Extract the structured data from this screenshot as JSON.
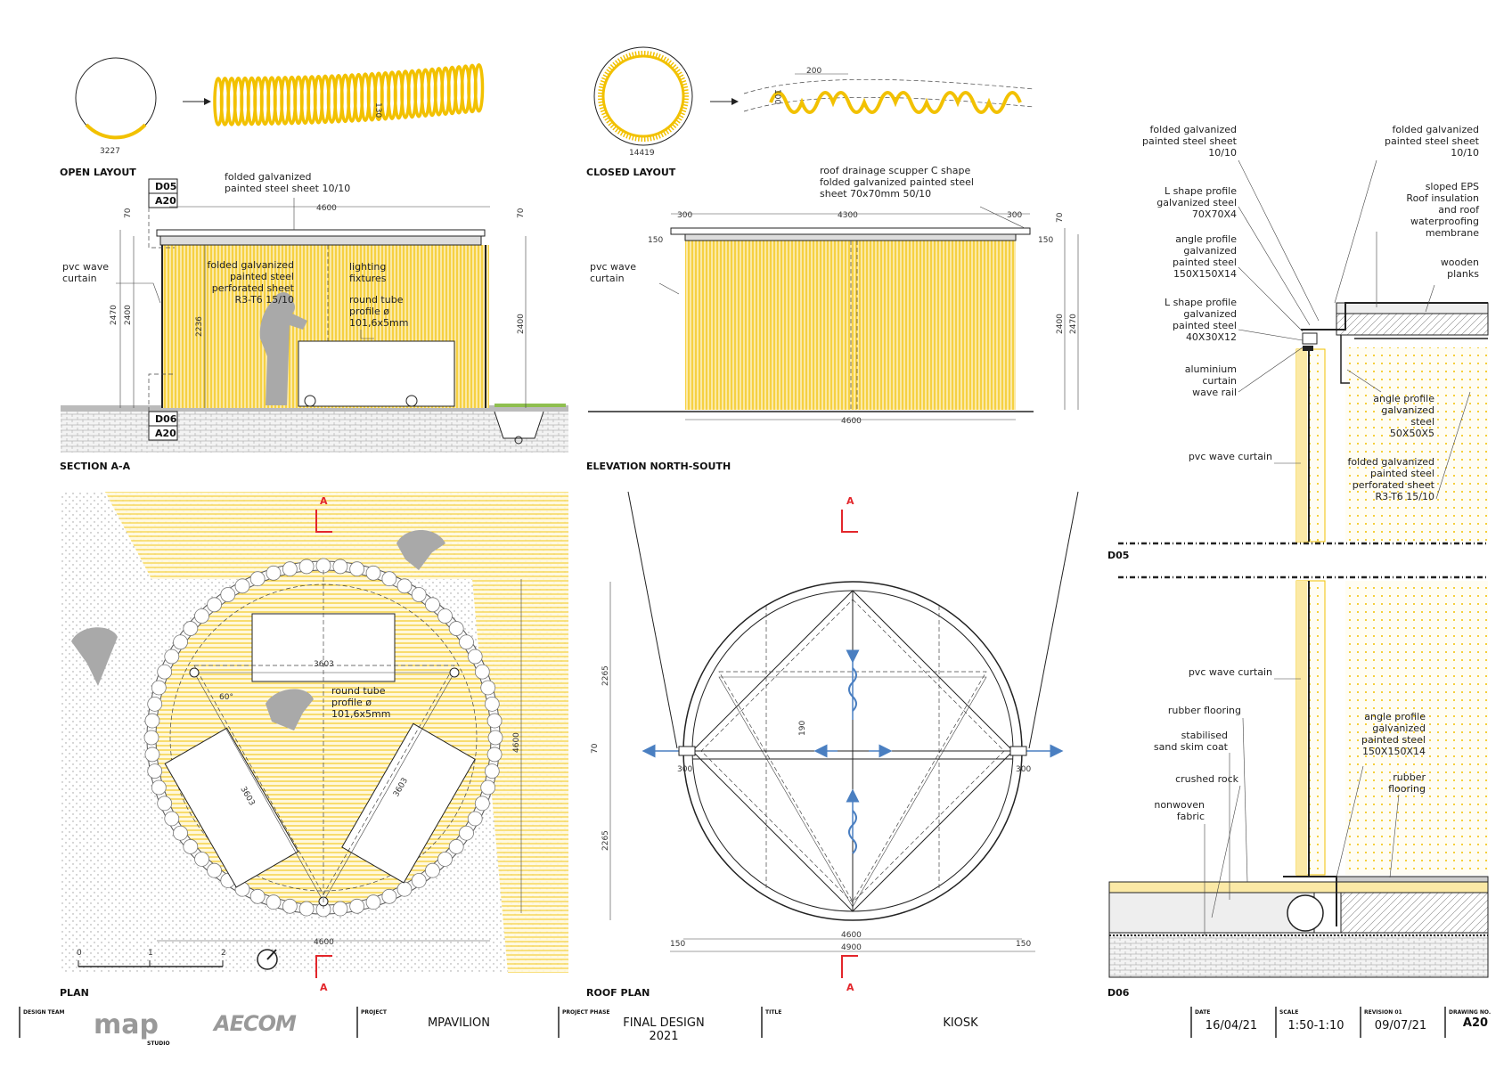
{
  "titles": {
    "open_layout": "OPEN LAYOUT",
    "closed_layout": "CLOSED LAYOUT",
    "section": "SECTION A-A",
    "elevation": "ELEVATION NORTH-SOUTH",
    "plan": "PLAN",
    "roof_plan": "ROOF PLAN",
    "d05": "D05",
    "d06": "D06"
  },
  "open_layout": {
    "perimeter": "3227",
    "dim": "130"
  },
  "closed_layout": {
    "perimeter": "14419",
    "dim_pitch": "200",
    "dim_height": "100"
  },
  "section": {
    "callout_top": "folded galvanized\npainted steel sheet 10/10",
    "pvc": "pvc wave\ncurtain",
    "perforated": "folded galvanized\npainted steel\nperforated sheet\nR3-T6 15/10",
    "lighting": "lighting\nfixtures",
    "tube": "round tube\nprofile ø\n101,6x5mm",
    "tag_top_a": "D05",
    "tag_top_b": "A20",
    "tag_bot_a": "D06",
    "tag_bot_b": "A20",
    "dims": {
      "w": "4600",
      "h1": "2470",
      "h2": "2400",
      "h3": "2236",
      "h4": "70",
      "h5": "70",
      "h6": "2400"
    }
  },
  "elevation": {
    "callout": "roof drainage scupper C shape\nfolded galvanized painted steel\nsheet  70x70mm 50/10",
    "pvc": "pvc wave\ncurtain",
    "dims": {
      "top_l": "300",
      "top_m": "4300",
      "top_r": "300",
      "side_l": "150",
      "side_r": "150",
      "bottom": "4600",
      "h1": "70",
      "h2": "2400",
      "h3": "2470"
    }
  },
  "plan": {
    "tube": "round tube\nprofile ø\n101,6x5mm",
    "dims": {
      "bench": "3603",
      "bench_l": "3603",
      "bench_r": "3603",
      "angle": "60°",
      "h": "4600",
      "w": "4600"
    },
    "scale": [
      "0",
      "1",
      "2"
    ],
    "section_mark": "A"
  },
  "roof_plan": {
    "dims": {
      "top": "2265",
      "bottom": "2265",
      "mid": "70",
      "l": "300",
      "r": "300",
      "gap": "190",
      "w1": "4600",
      "w2": "4900",
      "s1": "150",
      "s2": "150"
    },
    "section_mark": "A"
  },
  "d05": {
    "l1": "folded galvanized\npainted steel sheet\n10/10",
    "l2": "L shape profile\ngalvanized steel\n70X70X4",
    "l3": "angle profile\ngalvanized\npainted steel\n150X150X14",
    "l4": "L shape profile\ngalvanized\npainted steel\n40X30X12",
    "l5": "aluminium\ncurtain\nwave rail",
    "l6": "pvc wave curtain",
    "r1": "folded galvanized\npainted steel sheet\n10/10",
    "r2": "sloped EPS\nRoof insulation\nand roof\nwaterproofing\nmembrane",
    "r3": "wooden\nplanks",
    "r4": "angle profile\ngalvanized\nsteel\n50X50X5",
    "r5": "folded galvanized\npainted steel\nperforated sheet\nR3-T6 15/10"
  },
  "d06": {
    "l1": "pvc wave curtain",
    "l2": "rubber flooring",
    "l3": "stabilised\nsand skim coat",
    "l4": "crushed rock",
    "l5": "nonwoven\nfabric",
    "r1": "angle profile\ngalvanized\npainted steel\n150X150X14",
    "r2": "rubber\nflooring"
  },
  "title_block": {
    "design_team_label": "DESIGN TEAM",
    "logo_map": "map",
    "logo_map_sub": "STUDIO",
    "logo_aecom": "AECOM",
    "project_label": "PROJECT",
    "project": "MPAVILION",
    "phase_label": "PROJECT PHASE",
    "phase": "FINAL DESIGN\n2021",
    "title_label": "TITLE",
    "title": "KIOSK",
    "date_label": "DATE",
    "date": "16/04/21",
    "scale_label": "SCALE",
    "scale": "1:50-1:10",
    "revision_label": "REVISION 01",
    "revision": "09/07/21",
    "drawing_label": "DRAWING NO.",
    "drawing": "A20"
  },
  "colors": {
    "accent": "#f2c100",
    "accent_light": "#fbe9a6",
    "ground": "#e6e6e6",
    "figure": "#a9a9a9",
    "section_mark": "#e3262b",
    "arrow": "#4a7fc1"
  }
}
